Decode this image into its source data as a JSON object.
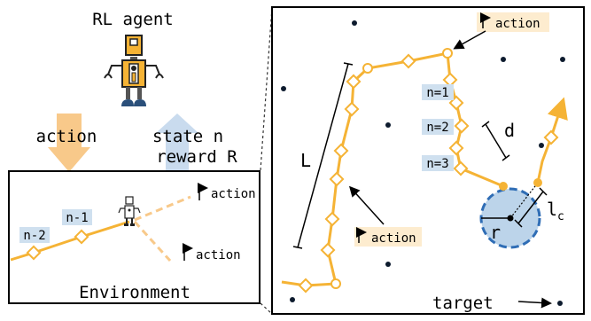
{
  "left": {
    "agent_title": "RL agent",
    "arrow_action_label": "action",
    "state_label": "state n",
    "reward_label": "reward R",
    "env_title": "Environment",
    "env_segment_labels": [
      "n-2",
      "n-1"
    ],
    "env_action_labels": [
      "action",
      "action"
    ]
  },
  "right": {
    "action_labels": [
      "action",
      "action"
    ],
    "segment_labels": [
      "n=1",
      "n=2",
      "n=3"
    ],
    "length_label": "L",
    "spacing_label": "d",
    "radius_label": "r",
    "capture_label": "l",
    "capture_subscript": "c",
    "target_label": "target"
  },
  "colors": {
    "path": "#f5b335",
    "label_bg_blue": "#cfe0ef",
    "label_bg_orange": "#fdeccf",
    "circle_fill": "#bcd4ea",
    "circle_stroke": "#2f6db5",
    "arrow_down": "#f8c98a",
    "arrow_up": "#c9dbee",
    "dot": "#0d1b2e"
  }
}
